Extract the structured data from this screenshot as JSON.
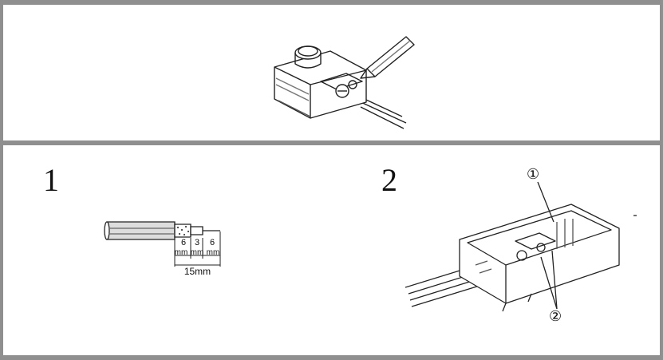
{
  "steps": [
    {
      "number": "1"
    },
    {
      "number": "2"
    }
  ],
  "cable_dimensions": {
    "segment_1": "6",
    "segment_2": "3",
    "segment_3": "6",
    "unit": "mm",
    "total": "15mm"
  },
  "callouts": {
    "part_1": "①",
    "part_2": "②"
  },
  "colors": {
    "frame": "#8f8f8f",
    "ink": "#222222"
  }
}
